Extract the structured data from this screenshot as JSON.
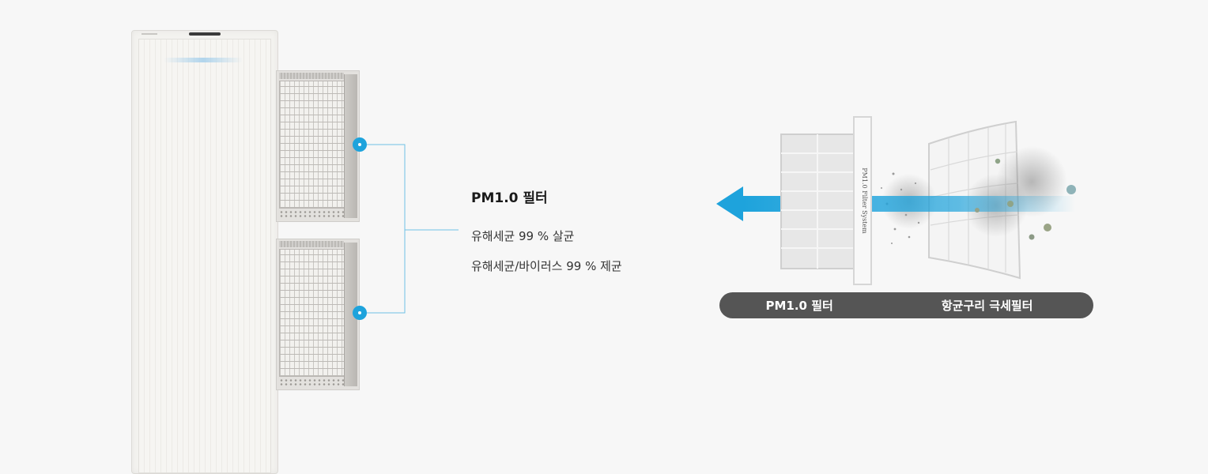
{
  "feature": {
    "title": "PM1.0 필터",
    "lines": [
      "유해세균 99 % 살균",
      "유해세균/바이러스 99 % 제균"
    ]
  },
  "illustration": {
    "labels": [
      "PM1.0 필터",
      "항균구리 극세필터"
    ],
    "filter_side_text": "PM1.0 Filter System"
  },
  "colors": {
    "accent": "#1ea3dc",
    "pill_background": "#555555",
    "background": "#f7f7f7"
  },
  "icons": {
    "airflow_arrow": "arrow-left-icon",
    "connector": "connector-dot-icon"
  }
}
